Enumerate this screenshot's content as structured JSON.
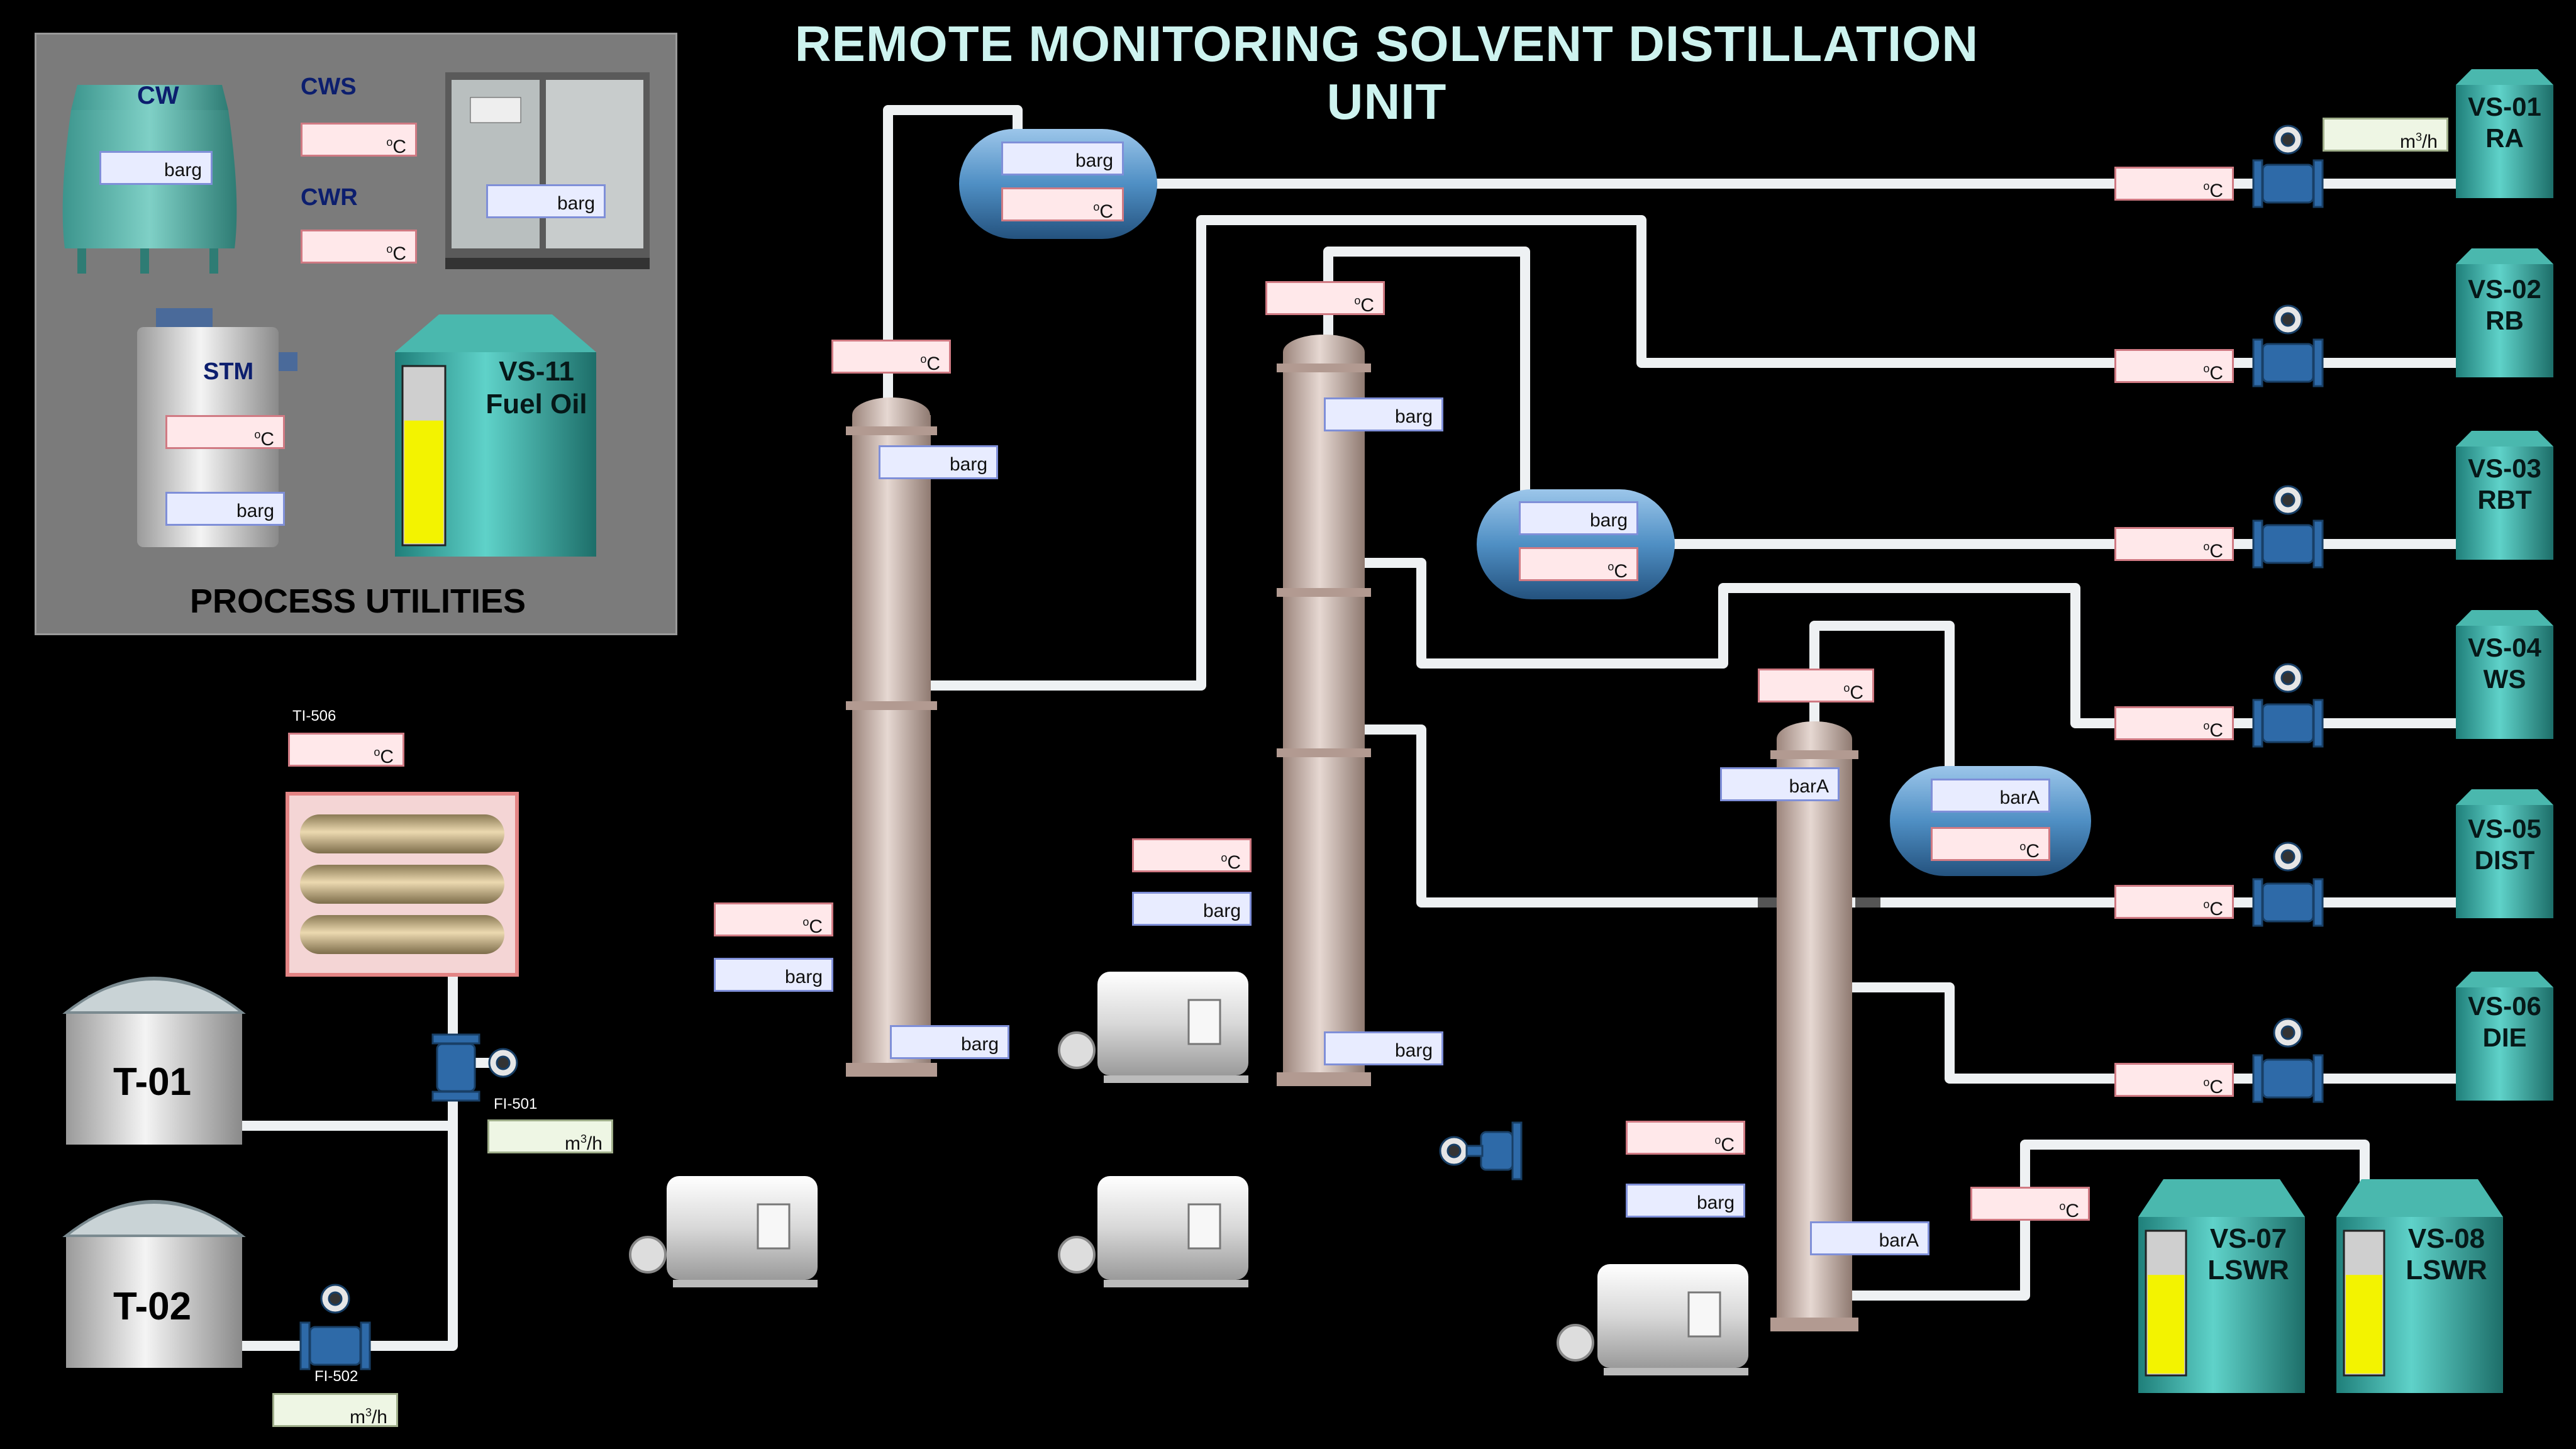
{
  "title": "REMOTE MONITORING SOLVENT DISTILLATION UNIT",
  "utilities": {
    "heading": "PROCESS UTILITIES",
    "cw": "CW",
    "cws": "CWS",
    "cwr": "CWR",
    "stm": "STM",
    "fuel_tank_name": "VS-11",
    "fuel_tank_sub": "Fuel Oil",
    "fuel_level": 0.7
  },
  "units": {
    "pressure": "barg",
    "pressure_abs": "barA",
    "temp": "C",
    "flow_m": "m",
    "flow_3": "3",
    "flow_h": "/h"
  },
  "tags": {
    "ti506": "TI-506",
    "fi501": "FI-501",
    "fi502": "FI-502"
  },
  "feed_tanks": [
    "T-01",
    "T-02"
  ],
  "product_tanks": [
    {
      "id": "VS-01",
      "sub": "RA"
    },
    {
      "id": "VS-02",
      "sub": "RB"
    },
    {
      "id": "VS-03",
      "sub": "RBT"
    },
    {
      "id": "VS-04",
      "sub": "WS"
    },
    {
      "id": "VS-05",
      "sub": "DIST"
    },
    {
      "id": "VS-06",
      "sub": "DIE"
    }
  ],
  "storage_tanks": [
    {
      "id": "VS-07",
      "sub": "LSWR",
      "level": 0.7
    },
    {
      "id": "VS-08",
      "sub": "LSWR",
      "level": 0.7
    }
  ],
  "colors": {
    "pipe": "#eef1f3",
    "column": "#cdb9b1",
    "tank": "#3fb3ac",
    "drum": "#4f8fc4",
    "level": "#f3f300"
  }
}
